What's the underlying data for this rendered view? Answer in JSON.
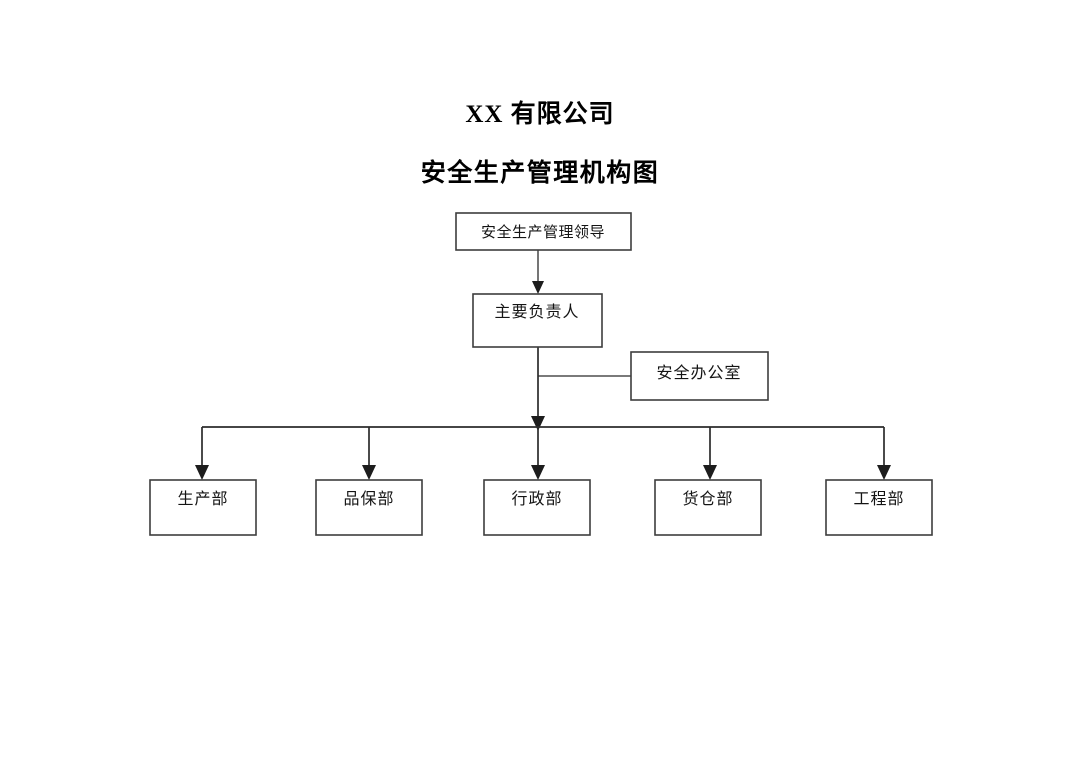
{
  "document": {
    "title_line_1": "XX 有限公司",
    "title_line_2": "安全生产管理机构图",
    "background_color": "#ffffff",
    "stroke_color": "#2b2b2b",
    "text_color": "#141414"
  },
  "chart_data": {
    "type": "diagram",
    "diagram_kind": "organization-chart",
    "title": "XX 有限公司 安全生产管理机构图",
    "nodes": [
      {
        "id": "leader",
        "label": "安全生产管理领导",
        "level": 0
      },
      {
        "id": "chief",
        "label": "主要负责人",
        "level": 1
      },
      {
        "id": "office",
        "label": "安全办公室",
        "level": 2
      },
      {
        "id": "dept1",
        "label": "生产部",
        "level": 3
      },
      {
        "id": "dept2",
        "label": "品保部",
        "level": 3
      },
      {
        "id": "dept3",
        "label": "行政部",
        "level": 3
      },
      {
        "id": "dept4",
        "label": "货仓部",
        "level": 3
      },
      {
        "id": "dept5",
        "label": "工程部",
        "level": 3
      }
    ],
    "edges": [
      {
        "from": "leader",
        "to": "chief",
        "style": "arrow"
      },
      {
        "from": "chief",
        "to": "office",
        "style": "line"
      },
      {
        "from": "chief",
        "to": "dept1",
        "style": "arrow"
      },
      {
        "from": "chief",
        "to": "dept2",
        "style": "arrow"
      },
      {
        "from": "chief",
        "to": "dept3",
        "style": "arrow"
      },
      {
        "from": "chief",
        "to": "dept4",
        "style": "arrow"
      },
      {
        "from": "chief",
        "to": "dept5",
        "style": "arrow"
      }
    ]
  },
  "boxes": {
    "leader": {
      "label": "安全生产管理领导"
    },
    "chief": {
      "label": "主要负责人"
    },
    "office": {
      "label": "安全办公室"
    },
    "departments": [
      {
        "label": "生产部"
      },
      {
        "label": "品保部"
      },
      {
        "label": "行政部"
      },
      {
        "label": "货仓部"
      },
      {
        "label": "工程部"
      }
    ]
  }
}
